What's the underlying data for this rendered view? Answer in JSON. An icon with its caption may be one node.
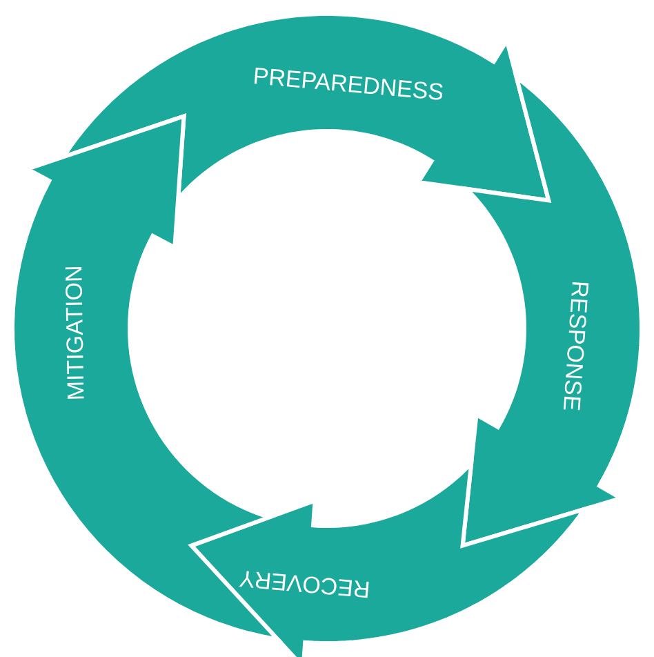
{
  "diagram": {
    "nodes": [
      {
        "text": [
          "PREPAREDNESS"
        ]
      },
      {
        "text": [
          "RESPONSE"
        ]
      },
      {
        "text": [
          "RECOVERY"
        ]
      },
      {
        "text": [
          "MITIGATION"
        ]
      }
    ]
  }
}
